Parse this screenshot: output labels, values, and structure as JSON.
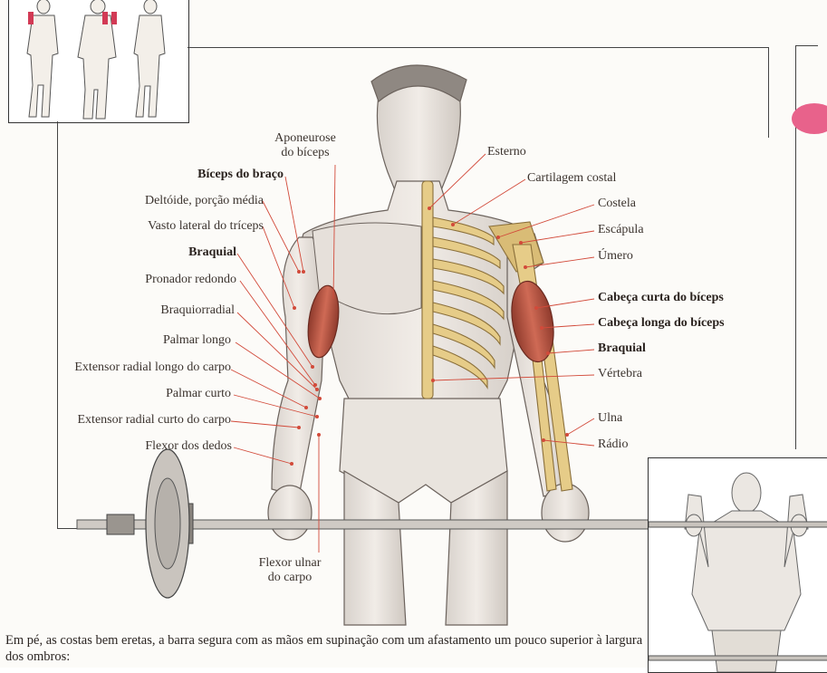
{
  "labels_left": [
    {
      "key": "biceps_braco",
      "text": "Bíceps do braço",
      "bold": true
    },
    {
      "key": "deltoide",
      "text": "Deltóide, porção média",
      "bold": false
    },
    {
      "key": "vasto",
      "text": "Vasto lateral do tríceps",
      "bold": false
    },
    {
      "key": "braquial_l",
      "text": "Braquial",
      "bold": true
    },
    {
      "key": "pronador",
      "text": "Pronador redondo",
      "bold": false
    },
    {
      "key": "braquiorradial",
      "text": "Braquiorradial",
      "bold": false
    },
    {
      "key": "palmar_longo",
      "text": "Palmar longo",
      "bold": false
    },
    {
      "key": "ext_longo",
      "text": "Extensor radial longo do carpo",
      "bold": false
    },
    {
      "key": "palmar_curto",
      "text": "Palmar curto",
      "bold": false
    },
    {
      "key": "ext_curto",
      "text": "Extensor radial curto do carpo",
      "bold": false
    },
    {
      "key": "flexor_dedos",
      "text": "Flexor dos dedos",
      "bold": false
    }
  ],
  "labels_right": [
    {
      "key": "esterno",
      "text": "Esterno",
      "bold": false
    },
    {
      "key": "cartilagem",
      "text": "Cartilagem costal",
      "bold": false
    },
    {
      "key": "costela",
      "text": "Costela",
      "bold": false
    },
    {
      "key": "escapula",
      "text": "Escápula",
      "bold": false
    },
    {
      "key": "umero",
      "text": "Úmero",
      "bold": false
    },
    {
      "key": "cabeca_curta",
      "text": "Cabeça curta do bíceps",
      "bold": true
    },
    {
      "key": "cabeca_longa",
      "text": "Cabeça longa do bíceps",
      "bold": true
    },
    {
      "key": "braquial_r",
      "text": "Braquial",
      "bold": true
    },
    {
      "key": "vertebra",
      "text": "Vértebra",
      "bold": false
    },
    {
      "key": "ulna",
      "text": "Ulna",
      "bold": false
    },
    {
      "key": "radio",
      "text": "Rádio",
      "bold": false
    }
  ],
  "top_label": {
    "line1": "Aponeurose",
    "line2": "do bíceps"
  },
  "bottom_label": {
    "line1": "Flexor ulnar",
    "line2": "do carpo"
  },
  "caption": "Em pé, as costas bem eretas, a barra segura com as mãos em supinação com um afastamento um pouco superior à largura dos ombros:",
  "colors": {
    "muscle": "#c9523f",
    "bone": "#e2c880",
    "tab": "#e8628b",
    "leader": "#d24a3a"
  }
}
